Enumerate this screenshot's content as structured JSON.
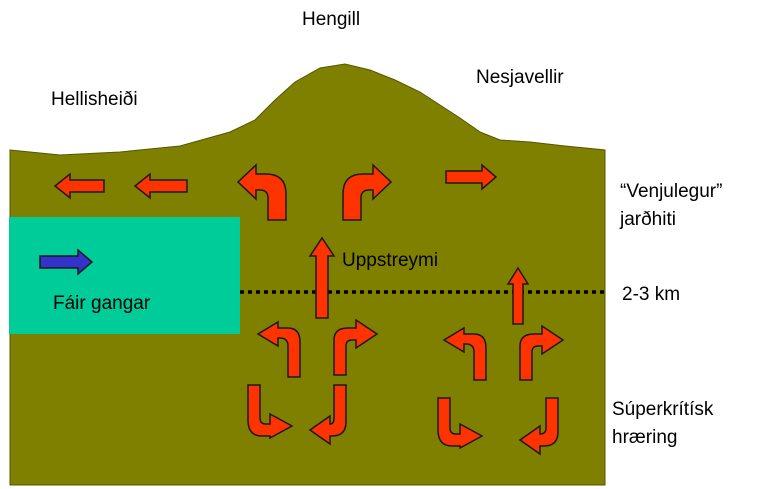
{
  "labels": {
    "hengill": "Hengill",
    "nesjavellir": "Nesjavellir",
    "hellisheidi": "Hellisheiði",
    "venjulegur_line1": "“Venjulegur”",
    "venjulegur_line2": "jarðhiti",
    "uppstreymi": "Uppstreymi",
    "depth": "2-3 km",
    "fair_gangar": "Fáir gangar",
    "superkritisk_line1": "Súperkrítísk",
    "superkritisk_line2": "hræring"
  },
  "colors": {
    "ground": "#808000",
    "box": "#00CC99",
    "arrow_fill": "#FF3300",
    "arrow_stroke": "#1a1a1a",
    "blue_arrow": "#3333CC",
    "depth_line": "#000000"
  },
  "icons": {
    "flow_arrow": "red-flow-arrow-icon",
    "blue_arrow": "blue-right-arrow-icon"
  }
}
